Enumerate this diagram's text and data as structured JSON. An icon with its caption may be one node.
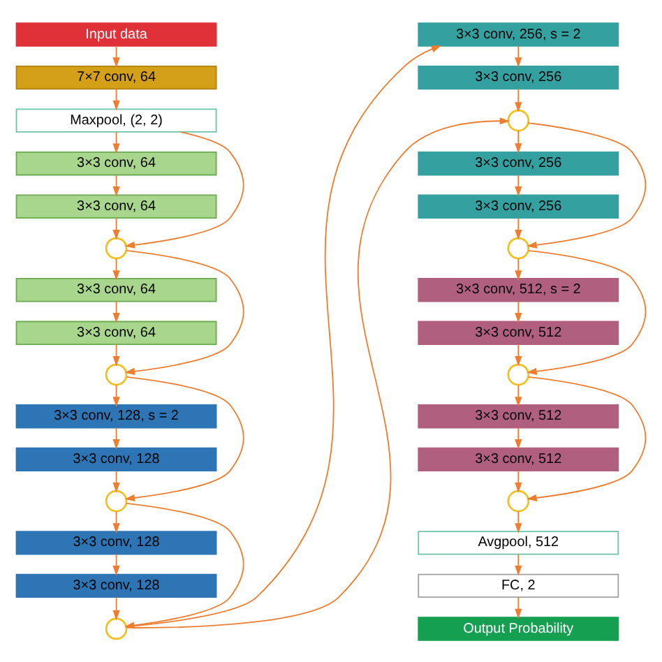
{
  "diagram": {
    "nodes": [
      {
        "text": [
          "Input data"
        ]
      },
      {
        "text": [
          "7×7 conv, 64"
        ]
      },
      {
        "text": [
          "Maxpool, (2, 2)"
        ]
      },
      {
        "text": [
          "3×3 conv, 64"
        ]
      },
      {
        "text": [
          "3×3 conv, 64"
        ]
      },
      {
        "text": [],
        "shape": "circle"
      },
      {
        "text": [
          "3×3 conv, 64"
        ]
      },
      {
        "text": [
          "3×3 conv, 64"
        ]
      },
      {
        "text": [],
        "shape": "circle"
      },
      {
        "text": [
          "3×3 conv, 128, s = 2"
        ]
      },
      {
        "text": [
          "3×3 conv, 128"
        ]
      },
      {
        "text": [],
        "shape": "circle"
      },
      {
        "text": [
          "3×3 conv, 128"
        ]
      },
      {
        "text": [
          "3×3 conv, 128"
        ]
      },
      {
        "text": [],
        "shape": "circle"
      },
      {
        "text": [
          "3×3 conv, 256, s = 2"
        ]
      },
      {
        "text": [
          "3×3 conv, 256"
        ]
      },
      {
        "text": [],
        "shape": "circle"
      },
      {
        "text": [
          "3×3 conv, 256"
        ]
      },
      {
        "text": [
          "3×3 conv, 256"
        ]
      },
      {
        "text": [],
        "shape": "circle"
      },
      {
        "text": [
          "3×3 conv, 512, s = 2"
        ]
      },
      {
        "text": [
          "3×3 conv, 512"
        ]
      },
      {
        "text": [],
        "shape": "circle"
      },
      {
        "text": [
          "3×3 conv, 512"
        ]
      },
      {
        "text": [
          "3×3 conv, 512"
        ]
      },
      {
        "text": [],
        "shape": "circle"
      },
      {
        "text": [
          "Avgpool, 512"
        ]
      },
      {
        "text": [
          "FC, 2"
        ]
      },
      {
        "text": [
          "Output Probability"
        ]
      }
    ],
    "edges": [
      {
        "from": 0,
        "to": 1,
        "arrow": "to"
      },
      {
        "from": 1,
        "to": 2,
        "arrow": "to"
      },
      {
        "from": 2,
        "to": 3,
        "arrow": "to"
      },
      {
        "from": 3,
        "to": 4,
        "arrow": "to"
      },
      {
        "from": 4,
        "to": 5,
        "arrow": "to"
      },
      {
        "from": 2,
        "to": 5,
        "arrow": "to"
      },
      {
        "from": 5,
        "to": 6,
        "arrow": "to"
      },
      {
        "from": 6,
        "to": 7,
        "arrow": "to"
      },
      {
        "from": 7,
        "to": 8,
        "arrow": "to"
      },
      {
        "from": 5,
        "to": 8,
        "arrow": "to"
      },
      {
        "from": 8,
        "to": 9,
        "arrow": "to"
      },
      {
        "from": 9,
        "to": 10,
        "arrow": "to"
      },
      {
        "from": 10,
        "to": 11,
        "arrow": "to"
      },
      {
        "from": 8,
        "to": 11,
        "arrow": "to"
      },
      {
        "from": 11,
        "to": 12,
        "arrow": "to"
      },
      {
        "from": 12,
        "to": 13,
        "arrow": "to"
      },
      {
        "from": 13,
        "to": 14,
        "arrow": "to"
      },
      {
        "from": 11,
        "to": 14,
        "arrow": "to"
      },
      {
        "from": 14,
        "to": 15,
        "arrow": "to"
      },
      {
        "from": 15,
        "to": 16,
        "arrow": "to"
      },
      {
        "from": 16,
        "to": 17,
        "arrow": "to"
      },
      {
        "from": 14,
        "to": 17,
        "arrow": "to"
      },
      {
        "from": 17,
        "to": 18,
        "arrow": "to"
      },
      {
        "from": 18,
        "to": 19,
        "arrow": "to"
      },
      {
        "from": 19,
        "to": 20,
        "arrow": "to"
      },
      {
        "from": 17,
        "to": 20,
        "arrow": "to"
      },
      {
        "from": 20,
        "to": 21,
        "arrow": "to"
      },
      {
        "from": 21,
        "to": 22,
        "arrow": "to"
      },
      {
        "from": 22,
        "to": 23,
        "arrow": "to"
      },
      {
        "from": 20,
        "to": 23,
        "arrow": "to"
      },
      {
        "from": 23,
        "to": 24,
        "arrow": "to"
      },
      {
        "from": 24,
        "to": 25,
        "arrow": "to"
      },
      {
        "from": 25,
        "to": 26,
        "arrow": "to"
      },
      {
        "from": 23,
        "to": 26,
        "arrow": "to"
      },
      {
        "from": 26,
        "to": 27,
        "arrow": "to"
      },
      {
        "from": 27,
        "to": 28,
        "arrow": "to"
      },
      {
        "from": 28,
        "to": 29,
        "arrow": "to"
      }
    ]
  }
}
